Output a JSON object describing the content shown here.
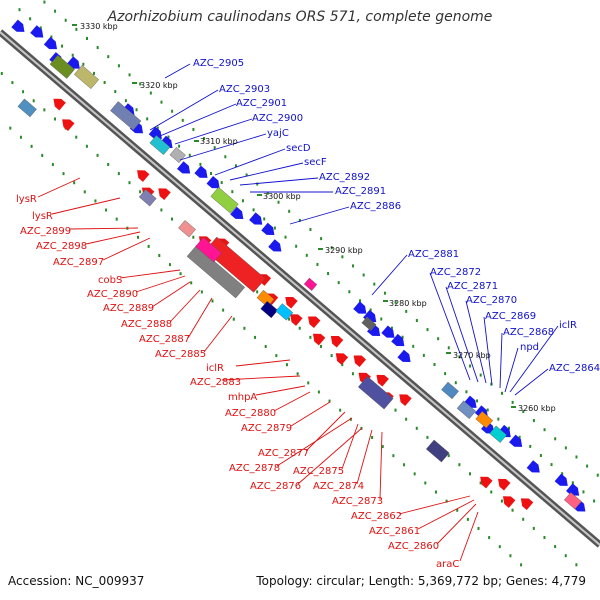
{
  "header": {
    "title": "Azorhizobium caulinodans ORS 571, complete genome"
  },
  "footer": {
    "accession": "Accession: NC_009937",
    "summary": "Topology: circular; Length: 5,369,772 bp; Genes: 4,779"
  },
  "colors": {
    "forward_label": "#1111cc",
    "reverse_label": "#dd1111",
    "backbone": "#8a8a8a",
    "tick": "#2a8a2a"
  },
  "ticks": [
    "3330 kbp",
    "3320 kbp",
    "3310 kbp",
    "3300 kbp",
    "3290 kbp",
    "3280 kbp",
    "3270 kbp",
    "3260 kbp"
  ],
  "forward_labels": [
    "AZC_2905",
    "AZC_2903",
    "AZC_2901",
    "AZC_2900",
    "yajC",
    "secD",
    "secF",
    "AZC_2892",
    "AZC_2891",
    "AZC_2886",
    "AZC_2881",
    "AZC_2872",
    "AZC_2871",
    "AZC_2870",
    "AZC_2869",
    "AZC_2868",
    "iclR",
    "npd",
    "AZC_2864"
  ],
  "reverse_labels": [
    "lysR",
    "lysR",
    "AZC_2899",
    "AZC_2898",
    "AZC_2897",
    "cobS",
    "AZC_2890",
    "AZC_2889",
    "AZC_2888",
    "AZC_2887",
    "AZC_2885",
    "iclR",
    "AZC_2883",
    "mhpA",
    "AZC_2880",
    "AZC_2879",
    "AZC_2877",
    "AZC_2878",
    "AZC_2875",
    "AZC_2876",
    "AZC_2874",
    "AZC_2873",
    "AZC_2862",
    "AZC_2861",
    "AZC_2860",
    "araC"
  ]
}
